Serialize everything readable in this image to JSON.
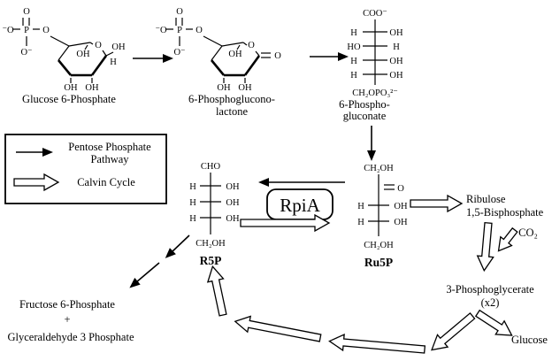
{
  "diagram": {
    "background": "#ffffff",
    "ink": "#000000"
  },
  "legend": {
    "pentose_line1": "Pentose Phosphate",
    "pentose_line2": "Pathway",
    "calvin": "Calvin Cycle"
  },
  "molecules": {
    "g6p": {
      "name": "Glucose 6-Phosphate",
      "atoms": {
        "o_double": "O",
        "o_minus_left": "⁻O",
        "p": "P",
        "o_minus_down": "O⁻",
        "o_ester": "O",
        "ring_o": "O",
        "oh_c4": "OH",
        "oh_c1": "OH",
        "h_c1": "H",
        "oh_c3": "OH",
        "oh_c2": "OH"
      }
    },
    "lactone": {
      "name_line1": "6-Phosphoglucono-",
      "name_line2": "lactone",
      "atoms": {
        "o_double": "O",
        "o_minus_left": "⁻O",
        "p": "P",
        "o_minus_down": "O⁻",
        "o_ester": "O",
        "ring_o": "O",
        "o_carbonyl": "O",
        "oh_top": "OH",
        "oh_b1": "OH",
        "oh_b2": "OH"
      }
    },
    "gluconate": {
      "name_line1": "6-Phospho-",
      "name_line2": "gluconate",
      "top_group": "COO⁻",
      "rows": [
        {
          "left": "H",
          "right": "OH"
        },
        {
          "left": "HO",
          "right": "H"
        },
        {
          "left": "H",
          "right": "OH"
        },
        {
          "left": "H",
          "right": "OH"
        }
      ],
      "bottom_group": "CH₂OPO₃²⁻"
    },
    "r5p": {
      "name": "R5P",
      "top_group": "CHO",
      "rows": [
        {
          "left": "H",
          "right": "OH"
        },
        {
          "left": "H",
          "right": "OH"
        },
        {
          "left": "H",
          "right": "OH"
        }
      ],
      "bottom_group": "CH₂OH"
    },
    "ru5p": {
      "name": "Ru5P",
      "top_group": "CH₂OH",
      "carbonyl_o": "O",
      "rows": [
        {
          "left": "H",
          "right": "OH"
        },
        {
          "left": "H",
          "right": "OH"
        }
      ],
      "bottom_group": "CH₂OH"
    }
  },
  "enzyme": {
    "name": "RpiA"
  },
  "calvin": {
    "ribulose_line1": "Ribulose",
    "ribulose_line2": "1,5-Bisphosphate",
    "co2": "CO₂",
    "pg_line1": "3-Phosphoglycerate",
    "pg_line2": "(x2)",
    "glucose": "Glucose"
  },
  "products": {
    "fructose": "Fructose 6-Phosphate",
    "plus": "+",
    "g3p": "Glyceraldehyde 3 Phosphate"
  }
}
